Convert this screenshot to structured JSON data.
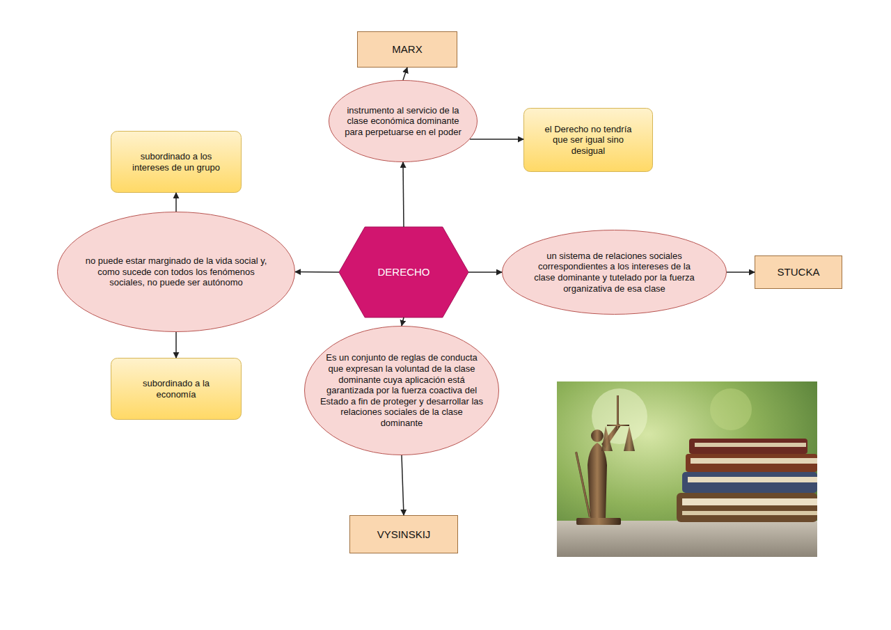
{
  "diagram": {
    "nodes": [
      {
        "text": [
          "MARX"
        ]
      },
      {
        "text": [
          "instrumento al servicio de la clase económica dominante para perpetuarse en el poder"
        ]
      },
      {
        "text": [
          "el Derecho no tendría que ser igual sino desigual"
        ]
      },
      {
        "text": [
          "subordinado a los intereses de un grupo"
        ]
      },
      {
        "text": [
          "no puede estar marginado de la vida social y, como sucede con todos los fenómenos sociales, no puede ser autónomo"
        ]
      },
      {
        "text": [
          "DERECHO"
        ]
      },
      {
        "text": [
          "un sistema de relaciones sociales correspondientes a los intereses de la clase dominante y tutelado por la fuerza organizativa de esa clase"
        ]
      },
      {
        "text": [
          "STUCKA"
        ]
      },
      {
        "text": [
          "subordinado a la economía"
        ]
      },
      {
        "text": [
          "Es un conjunto de reglas de conducta que expresan la voluntad de la clase dominante cuya aplicación está garantizada por la fuerza coactiva del Estado a fin de proteger y desarrollar las relaciones sociales de la clase dominante"
        ]
      },
      {
        "text": [
          "VYSINSKIJ"
        ]
      }
    ],
    "edges": [
      {
        "from": 1,
        "to": 0,
        "arrow": "to"
      },
      {
        "from": 1,
        "to": 2,
        "arrow": "to"
      },
      {
        "from": 5,
        "to": 1,
        "arrow": "to"
      },
      {
        "from": 4,
        "to": 3,
        "arrow": "to"
      },
      {
        "from": 5,
        "to": 4,
        "arrow": "to"
      },
      {
        "from": 4,
        "to": 8,
        "arrow": "to"
      },
      {
        "from": 5,
        "to": 6,
        "arrow": "to"
      },
      {
        "from": 6,
        "to": 7,
        "arrow": "to"
      },
      {
        "from": 5,
        "to": 9,
        "arrow": "to"
      },
      {
        "from": 9,
        "to": 10,
        "arrow": "to"
      }
    ]
  }
}
